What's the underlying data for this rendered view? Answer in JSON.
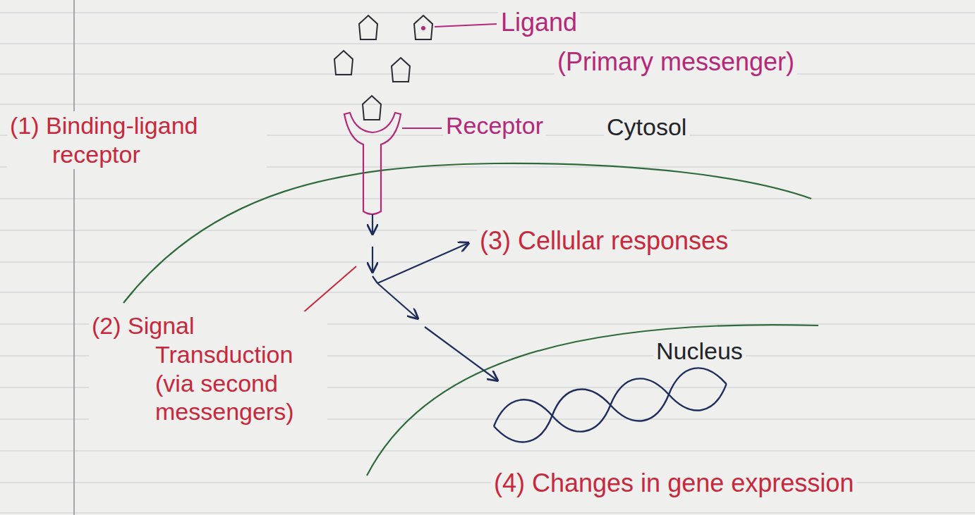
{
  "diagram": {
    "labels": [
      "Ligand",
      "(Primary messenger)",
      "(1) Binding-ligand receptor",
      "Receptor",
      "Cytosol",
      "(3) Cellular responses",
      "(2) Signal Transduction (via second messengers)",
      "Nucleus",
      "(4) Changes in gene expression"
    ]
  }
}
